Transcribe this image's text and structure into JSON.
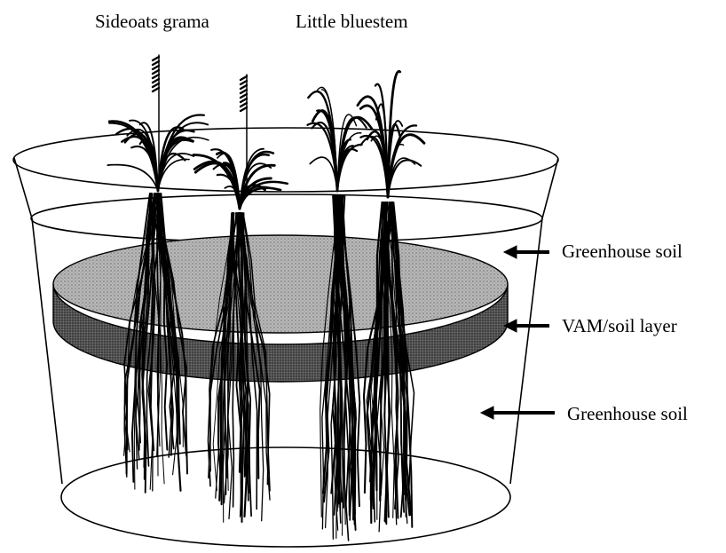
{
  "plants": {
    "species_left": "Sideoats grama",
    "species_right": "Little bluestem"
  },
  "layers": [
    {
      "label": "Greenhouse soil"
    },
    {
      "label": "VAM/soil layer"
    },
    {
      "label": "Greenhouse soil"
    }
  ],
  "colors": {
    "ink": "#000000",
    "vam_layer_top": "#a9a9a9",
    "vam_layer_side": "#5a5a5a",
    "background": "#ffffff"
  }
}
